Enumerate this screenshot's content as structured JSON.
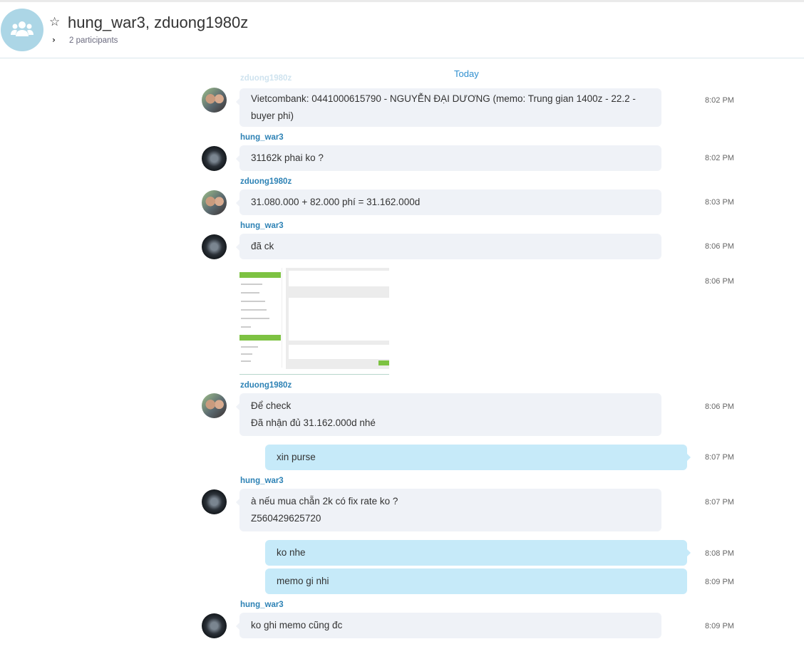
{
  "header": {
    "title": "hung_war3, zduong1980z",
    "participants": "2 participants",
    "avatar_icon": "group-icon",
    "favorite_icon": "star-icon"
  },
  "date_divider": "Today",
  "messages": [
    {
      "sender": "zduong1980z",
      "lines": [
        "Vietcombank: 0441000615790 - NGUYỄN ĐẠI DƯƠNG (memo: Trung gian 1400z - 22.2 -",
        "buyer phi)"
      ],
      "time": "8:02 PM"
    },
    {
      "sender": "hung_war3",
      "lines": [
        "31162k phai ko ?"
      ],
      "time": "8:02 PM"
    },
    {
      "sender": "zduong1980z",
      "lines": [
        "31.080.000 + 82.000 phí = 31.162.000d"
      ],
      "time": "8:03 PM"
    },
    {
      "sender": "hung_war3",
      "lines": [
        "đã ck"
      ],
      "time": "8:06 PM"
    },
    {
      "sender": "hung_war3",
      "type": "image",
      "time": "8:06 PM"
    },
    {
      "sender": "zduong1980z",
      "lines": [
        "Để check",
        "Đã nhận đủ 31.162.000d nhé"
      ],
      "time": "8:06 PM"
    },
    {
      "sender": "me",
      "lines": [
        "xin purse"
      ],
      "time": "8:07 PM"
    },
    {
      "sender": "hung_war3",
      "lines": [
        "à nếu mua chẵn 2k có fix rate ko ?",
        "Z560429625720"
      ],
      "time": "8:07 PM"
    },
    {
      "sender": "me",
      "lines": [
        "ko nhe"
      ],
      "time": "8:08 PM"
    },
    {
      "sender": "me",
      "lines": [
        "memo gi nhi"
      ],
      "time": "8:09 PM"
    },
    {
      "sender": "hung_war3",
      "lines": [
        "ko ghi memo cũng đc"
      ],
      "time": "8:09 PM"
    }
  ]
}
